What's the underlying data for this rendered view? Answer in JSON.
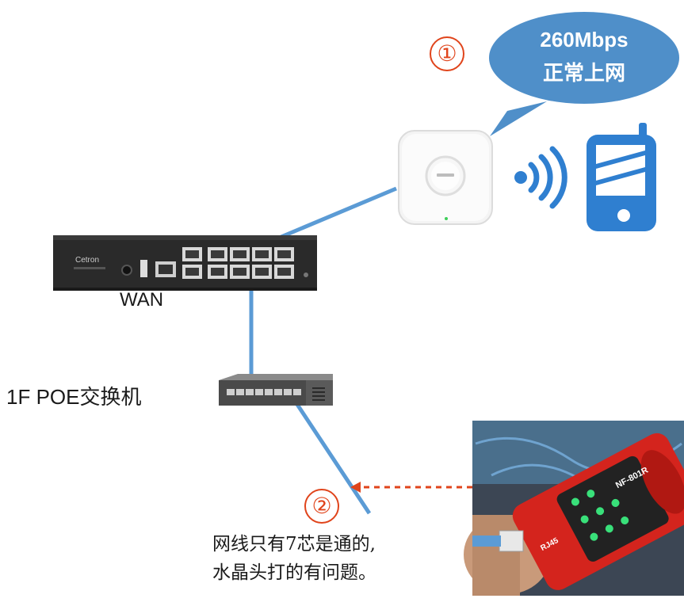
{
  "labels": {
    "wan": "WAN",
    "switch": "1F POE交换机",
    "router_brand": "Cetron",
    "tester_model": "NF-801R",
    "tester_port": "RJ45"
  },
  "callout_1": {
    "number": "①",
    "speed": "260Mbps",
    "status": "正常上网"
  },
  "callout_2": {
    "number": "②",
    "line1": "网线只有7芯是通的,",
    "line2": "水晶头打的有问题。"
  },
  "colors": {
    "cable": "#5b9bd5",
    "bubble": "#4f8fc9",
    "accent": "#e0441b",
    "phone": "#2f7fd0"
  },
  "icons": [
    "access-point-icon",
    "wifi-signal-icon",
    "phone-icon",
    "router-icon",
    "switch-icon",
    "cable-tester-photo"
  ]
}
